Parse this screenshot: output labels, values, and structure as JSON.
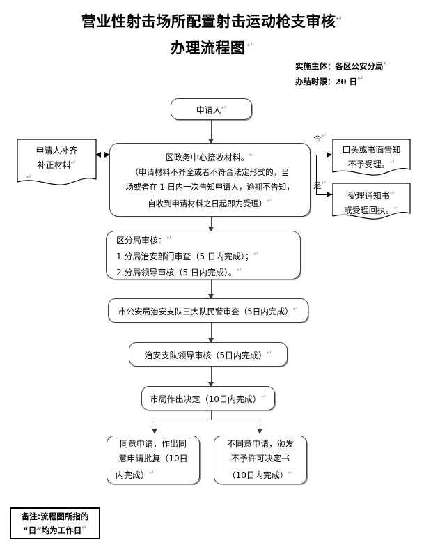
{
  "header": {
    "title_line1": "营业性射击场所配置射击运动枪支审核",
    "title_line2": "办理流程图",
    "subject_label": "实施主体：",
    "subject_value": "各区公安分局",
    "deadline_label": "办结时限：",
    "deadline_value": "20 日"
  },
  "nodes": {
    "applicant": {
      "line1": "申请人"
    },
    "supplement": {
      "line1": "申请人补齐",
      "line2": "补正材料"
    },
    "reception": {
      "line1": "区政务中心接收材料。",
      "line2": "（申请材料不齐全或者不符合法定形式的，当",
      "line3": "场或者在 1 日内一次告知申请人，逾期不告知，",
      "line4": "自收到申请材料之日起即为受理）"
    },
    "reject_notice": {
      "line1": "口头或书面告知",
      "line2": "不予受理。"
    },
    "accept_notice": {
      "line1": "受理通知书",
      "line2": "或受理回执。"
    },
    "district_review": {
      "line1": "区分局审核：",
      "line2": "1.分局治安部门审查（5 日内完成）；",
      "line3": "2.分局领导审核（5 日内完成）。"
    },
    "city_brigade": {
      "line1": "市公安局治安支队三大队民警审查（5日内完成）"
    },
    "brigade_leader": {
      "line1": "治安支队领导审核（5日内完成）"
    },
    "city_decision": {
      "line1": "市局作出决定（10日内完成）"
    },
    "approve": {
      "line1": "同意申请，作出同",
      "line2": "意申请批复（10日",
      "line3": "内完成）"
    },
    "reject": {
      "line1": "不同意申请，颁发",
      "line2": "不予许可决定书",
      "line3": "（10日内完成）"
    }
  },
  "branch_labels": {
    "no": "否",
    "yes": "是"
  },
  "note": {
    "line1": "备注:流程图所指的",
    "line2": "“日”均为工作日"
  },
  "colors": {
    "ink": "#000000",
    "shape_stroke": "#3f3f3f",
    "connector": "#4a4a4a",
    "shadow": "#9a9a9a",
    "eol_mark": "#9a9a9a",
    "background": "#ffffff"
  },
  "glyphs": {
    "paragraph_mark": "↵"
  }
}
